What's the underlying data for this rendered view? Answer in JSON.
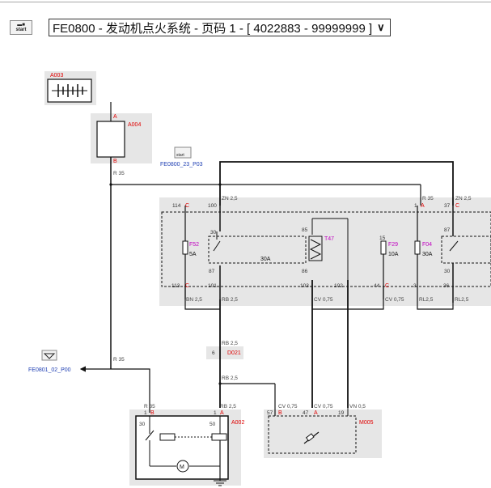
{
  "header": {
    "start_icon_text": "start",
    "title": "FE0800 - 发动机点火系统 - 页码 1 - [ 4022883 - 99999999 ]",
    "dropdown_icon": "chevron-down-icon"
  },
  "refs": {
    "start_link_icon_text": "start",
    "start_link": "FE0800_23_P03",
    "ground_link": "FE0801_02_P00"
  },
  "components": {
    "battery": "A003",
    "main_switch": "A004",
    "fuse_box": "T47",
    "connector": "D021",
    "starter": "A002",
    "ecu": "M005"
  },
  "fuses": {
    "f52": {
      "label": "F52",
      "rating": "5A"
    },
    "f29": {
      "label": "F29",
      "rating": "10A"
    },
    "f04": {
      "label": "F04",
      "rating": "30A"
    },
    "relay_rating": "30A"
  },
  "pins": {
    "a004_in": "A",
    "a004_out": "B",
    "p114": "114",
    "p114c": "C",
    "p100": "100",
    "p1": "1",
    "p1a": "A",
    "p37": "37",
    "p37c": "C",
    "p113": "113",
    "p113c": "C",
    "p101": "101",
    "p103": "103",
    "p102": "102",
    "p44": "44",
    "p44c": "C",
    "p3": "3",
    "p36": "36",
    "r30a": "30",
    "r87a": "87",
    "r85": "85",
    "r86": "86",
    "r15": "15",
    "r87b": "87",
    "r30b": "30",
    "d6": "6",
    "s1": "1",
    "s1b": "B",
    "s1a": "A",
    "s1r": "1",
    "s30": "30",
    "s50": "50",
    "e57": "57",
    "e57b": "B",
    "e47": "47",
    "e47a": "A",
    "e19": "19"
  },
  "wires": {
    "r35_a": "R 35",
    "zn25_a": "ZN 2,5",
    "r35_b": "R 35",
    "zn25_b": "ZN 2,5",
    "bn25": "BN 2,5",
    "rb25_a": "RB 2,5",
    "cv075_a": "CV 0,75",
    "cv075_b": "CV 0,75",
    "rl25_a": "RL2,5",
    "rl25_b": "RL2,5",
    "rb25_b": "RB 2,5",
    "r35_c": "R 35",
    "rb25_c": "RB 2,5",
    "r35_d": "R 35",
    "rb25_d": "RB 2,5",
    "cv075_c": "CV 0,75",
    "cv075_d": "CV 0,75",
    "vn05": "VN 0,5"
  },
  "motor_symbol": "M",
  "colors": {
    "pin_red": "#e00000",
    "link_blue": "#1f3fb3",
    "fuse_magenta": "#c000c0",
    "box_gray": "#e6e6e6"
  }
}
